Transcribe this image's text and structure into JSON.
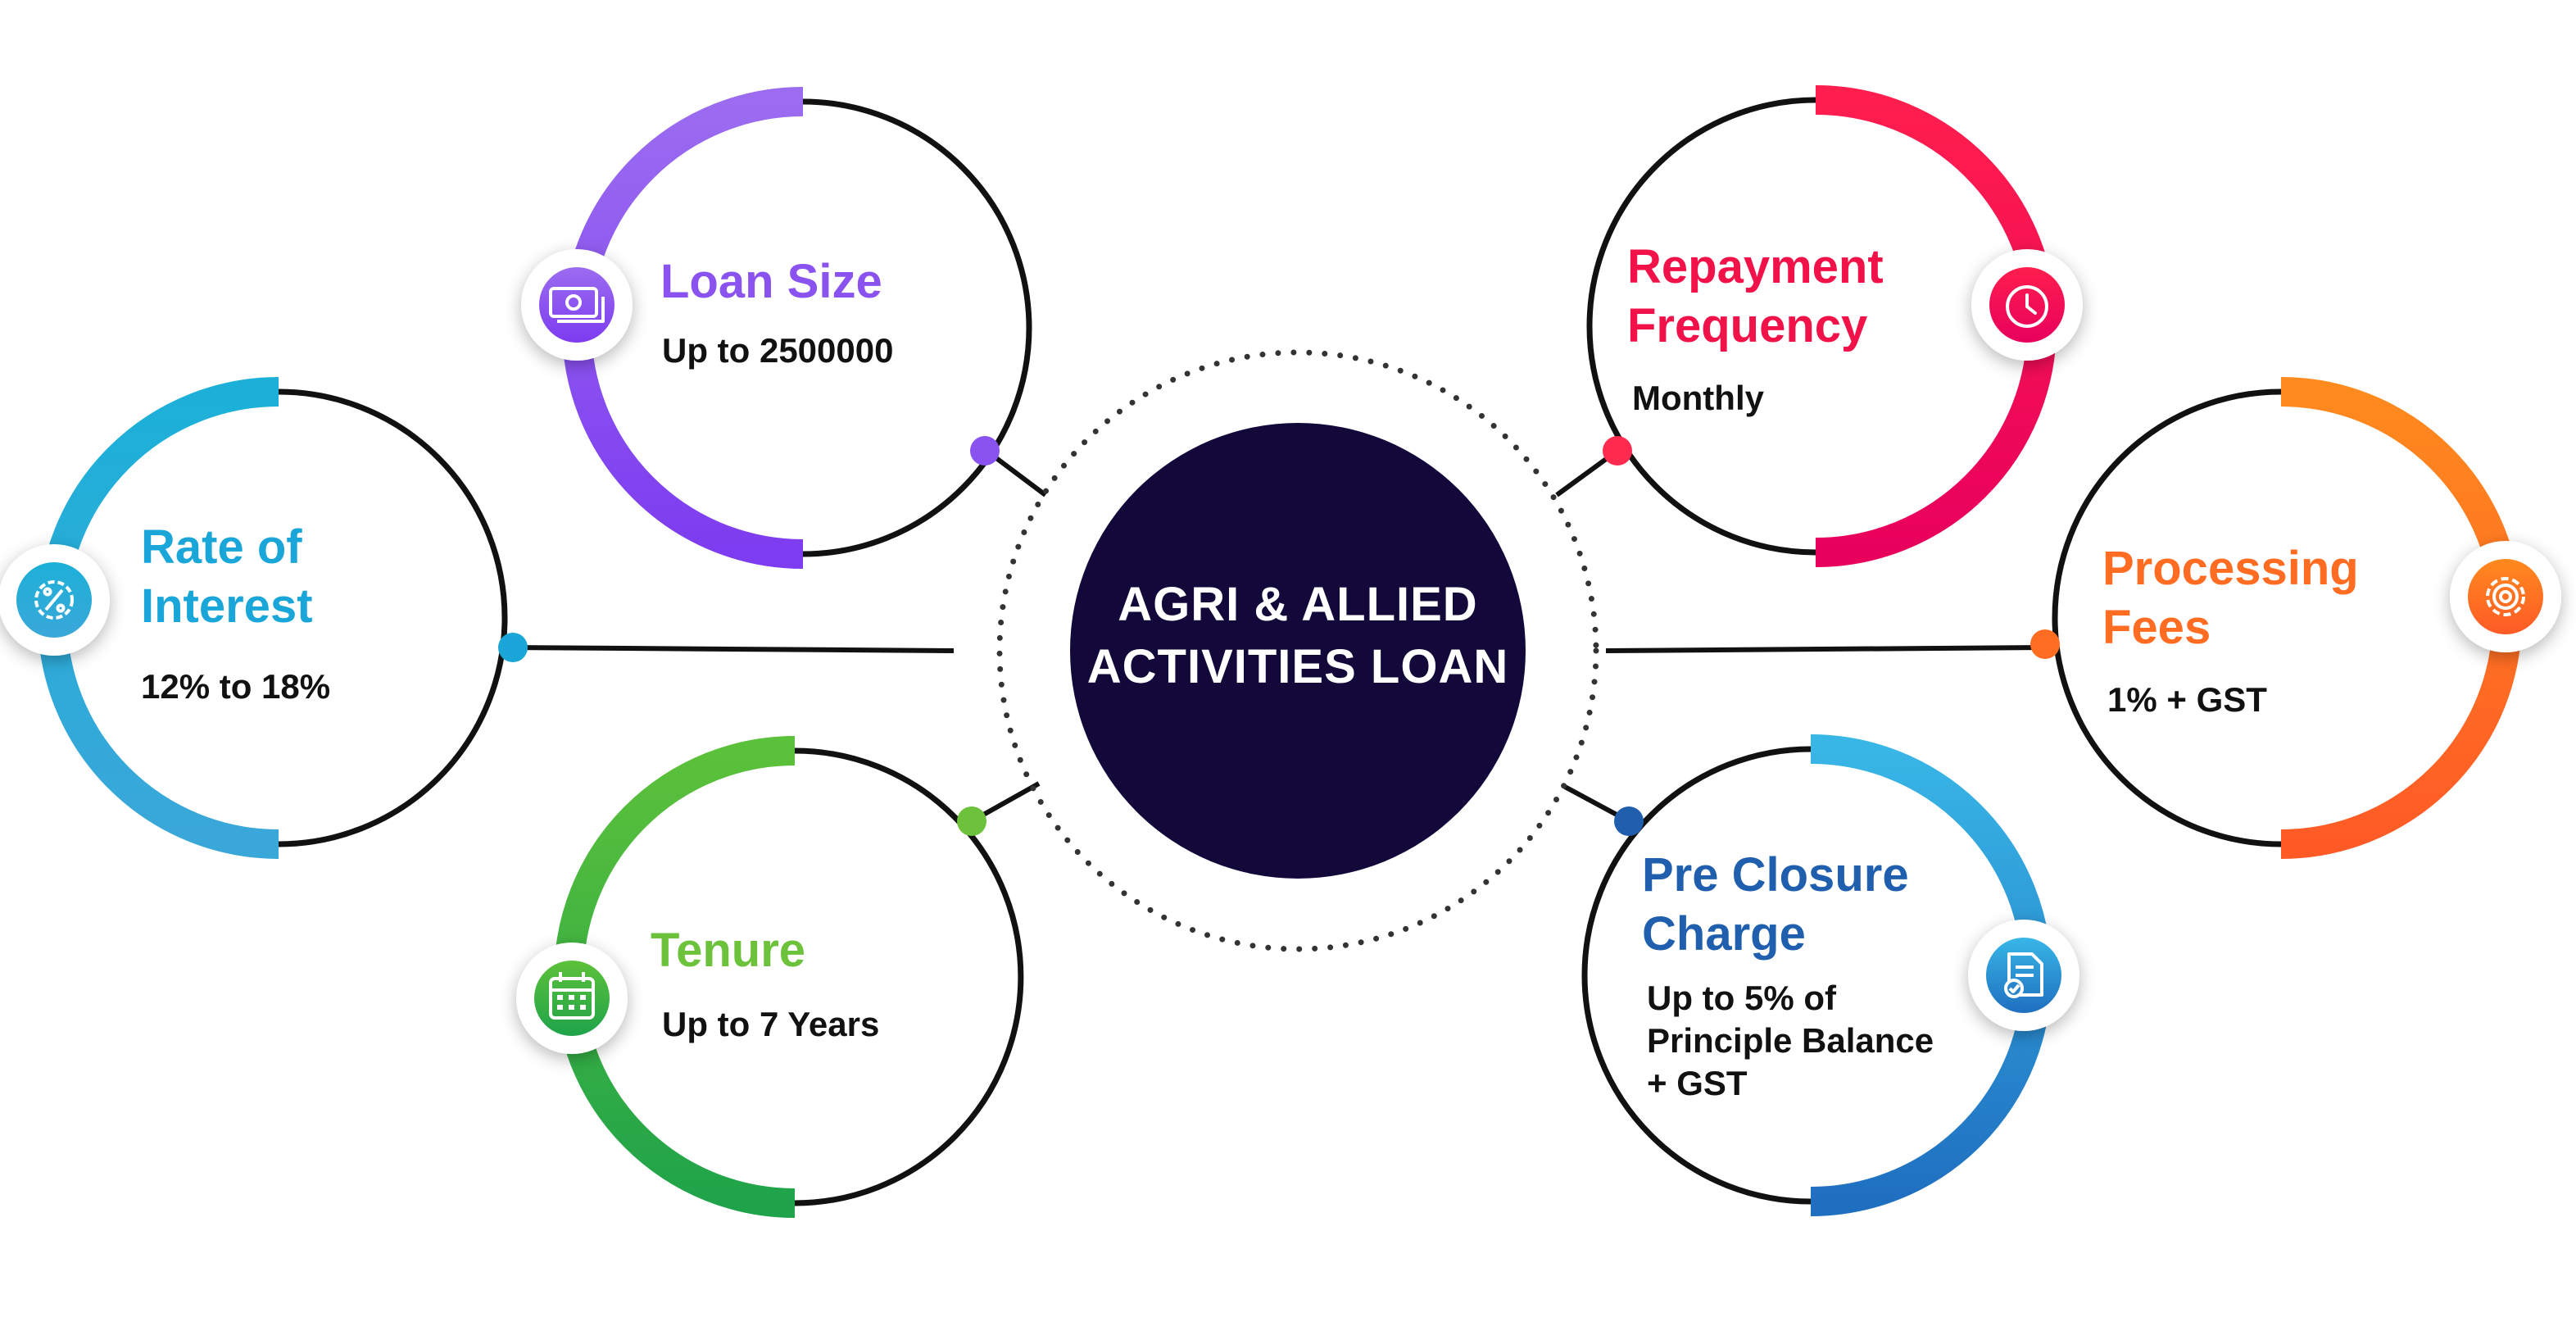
{
  "hub": {
    "line1": "AGRI & ALLIED",
    "line2": "ACTIVITIES LOAN",
    "color": "#12083a"
  },
  "features": {
    "loan_size": {
      "title": "Loan Size",
      "value": "Up to 2500000",
      "icon": "money-icon",
      "colors": [
        "#9b6cf0",
        "#7d3cf0"
      ]
    },
    "rate_of_interest": {
      "title_line1": "Rate of",
      "title_line2": "Interest",
      "value": "12% to 18%",
      "icon": "percent-gear-icon",
      "colors": [
        "#1cb0d8",
        "#3aa7d9"
      ]
    },
    "tenure": {
      "title": "Tenure",
      "value": "Up to 7 Years",
      "icon": "calendar-icon",
      "colors": [
        "#5cc13a",
        "#1fa34a"
      ]
    },
    "repayment_frequency": {
      "title_line1": "Repayment",
      "title_line2": "Frequency",
      "value": "Monthly",
      "icon": "clock-icon",
      "colors": [
        "#ff1e4d",
        "#e8005d"
      ]
    },
    "processing_fees": {
      "title_line1": "Processing",
      "title_line2": "Fees",
      "value": "1% + GST",
      "icon": "gear-icon",
      "colors": [
        "#ff8a1e",
        "#ff5a26"
      ]
    },
    "pre_closure_charge": {
      "title_line1": "Pre Closure",
      "title_line2": "Charge",
      "value_line1": "Up to 5% of",
      "value_line2": "Principle Balance",
      "value_line3": "+ GST",
      "icon": "document-check-icon",
      "colors": [
        "#38b6e6",
        "#1f6fc0"
      ]
    }
  }
}
